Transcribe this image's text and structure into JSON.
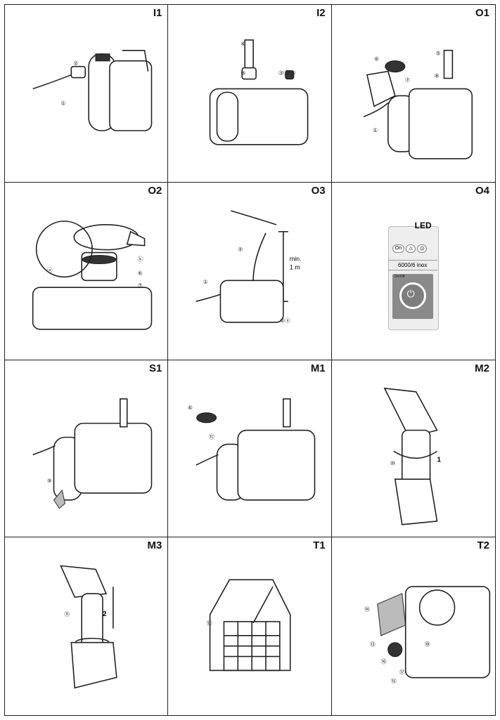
{
  "panels": [
    {
      "label": "I1"
    },
    {
      "label": "I2"
    },
    {
      "label": "O1"
    },
    {
      "label": "O2"
    },
    {
      "label": "O3"
    },
    {
      "label": "O4"
    },
    {
      "label": "S1"
    },
    {
      "label": "M1"
    },
    {
      "label": "M2"
    },
    {
      "label": "M3"
    },
    {
      "label": "T1"
    },
    {
      "label": "T2"
    }
  ],
  "o4": {
    "led_title": "LED",
    "buttons": [
      "On",
      "⚠",
      "⊡"
    ],
    "model": "6000/6 inox",
    "onoff": "On/Off"
  },
  "o3": {
    "min_label_1": "min.",
    "min_label_2": "1 m"
  },
  "m2": {
    "step": "1"
  },
  "m3": {
    "step": "2"
  },
  "callouts": {
    "i1": [
      "②",
      "①"
    ],
    "i2": [
      "⑥",
      "③",
      "③ⓑ",
      "④"
    ],
    "o1": [
      "⑥",
      "⑤",
      "⑦",
      "⑧",
      "①"
    ],
    "o2": [
      "ⓐ",
      "ⓚ",
      "⑥",
      "⑦"
    ],
    "o3": [
      "⑤",
      "①",
      "⑤ⓐ"
    ],
    "s1": [
      "⑨"
    ],
    "m1": [
      "⑥",
      "⑪"
    ],
    "m2": [
      "⑩"
    ],
    "m3": [
      "⑪"
    ],
    "t1": [
      "⑫"
    ],
    "t2": [
      "⑭",
      "⑬",
      "⑱",
      "⑯",
      "⑰",
      "⑮"
    ]
  }
}
